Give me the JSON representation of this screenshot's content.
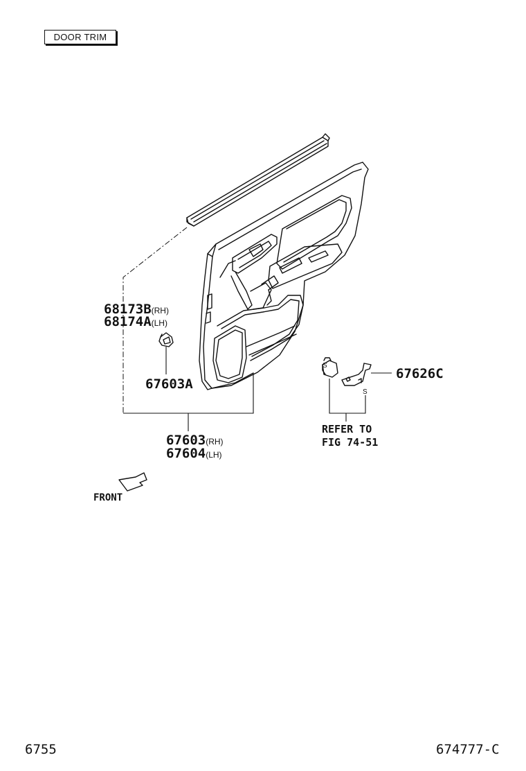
{
  "title": "DOOR TRIM",
  "parts": {
    "weatherstrip_rh": "68173B",
    "weatherstrip_rh_side": "(RH)",
    "weatherstrip_lh": "68174A",
    "weatherstrip_lh_side": "(LH)",
    "clip": "67603A",
    "panel_rh": "67603",
    "panel_rh_side": "(RH)",
    "panel_lh": "67604",
    "panel_lh_side": "(LH)",
    "bracket": "67626C"
  },
  "refer": {
    "line1": "REFER TO",
    "line2": "FIG 74-51"
  },
  "front_label": "FRONT",
  "page_left": "6755",
  "page_right": "674777-C"
}
